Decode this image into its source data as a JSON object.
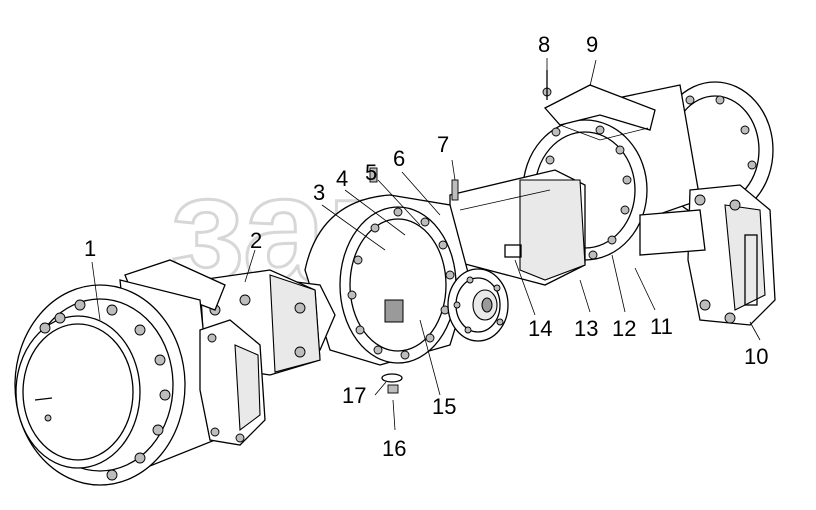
{
  "watermark": {
    "text": "зап",
    "color": "#c8c8c8"
  },
  "callouts": [
    {
      "id": "c1",
      "text": "1"
    },
    {
      "id": "c2",
      "text": "2"
    },
    {
      "id": "c3",
      "text": "3"
    },
    {
      "id": "c4",
      "text": "4"
    },
    {
      "id": "c5",
      "text": "5"
    },
    {
      "id": "c6",
      "text": "6"
    },
    {
      "id": "c7",
      "text": "7"
    },
    {
      "id": "c8",
      "text": "8"
    },
    {
      "id": "c9",
      "text": "9"
    },
    {
      "id": "c10",
      "text": "10"
    },
    {
      "id": "c11",
      "text": "11"
    },
    {
      "id": "c12",
      "text": "12"
    },
    {
      "id": "c13",
      "text": "13"
    },
    {
      "id": "c14",
      "text": "14"
    },
    {
      "id": "c15",
      "text": "15"
    },
    {
      "id": "c16",
      "text": "16"
    },
    {
      "id": "c17",
      "text": "17"
    }
  ]
}
